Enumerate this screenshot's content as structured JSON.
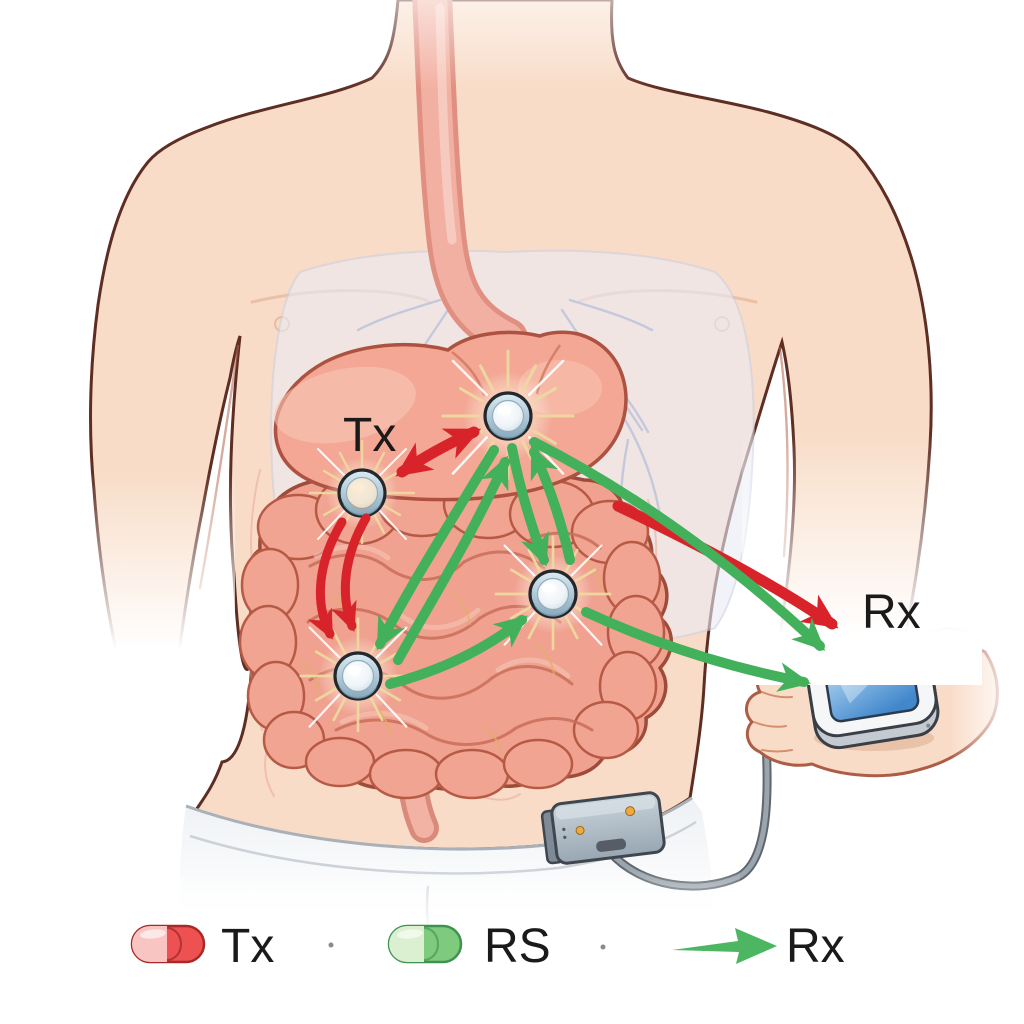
{
  "labels": {
    "tx": "Tx",
    "rx": "Rx"
  },
  "legend": {
    "items": [
      {
        "icon": "tx-red-capsule-icon",
        "label": "Tx",
        "color": "#ee5151"
      },
      {
        "icon": "rs-green-capsule-icon",
        "label": "RS",
        "color": "#7ecb7e"
      },
      {
        "icon": "rx-green-arrow-icon",
        "label": "Rx",
        "color": "#4cb662"
      }
    ]
  },
  "capsule_node_count": 4,
  "nodes": [
    "capsule-stomach",
    "capsule-tx",
    "capsule-right",
    "capsule-lower-left",
    "rx-handheld-receiver",
    "belt-unit"
  ],
  "links": [
    {
      "from": "capsule-tx",
      "to": "capsule-stomach",
      "color": "red",
      "bidirectional": true
    },
    {
      "from": "capsule-tx",
      "to": "capsule-lower-left",
      "color": "red",
      "style": "double-line"
    },
    {
      "from": "capsule-stomach",
      "to": "capsule-lower-left",
      "color": "green",
      "bidirectional": true
    },
    {
      "from": "capsule-stomach",
      "to": "capsule-right",
      "color": "green",
      "bidirectional": true
    },
    {
      "from": "capsule-lower-left",
      "to": "capsule-right",
      "color": "green"
    },
    {
      "from": "capsule-stomach",
      "to": "rx-handheld-receiver",
      "color": "red"
    },
    {
      "from": "capsule-stomach",
      "to": "rx-handheld-receiver",
      "color": "green"
    },
    {
      "from": "capsule-right",
      "to": "rx-handheld-receiver",
      "color": "green"
    }
  ],
  "colors": {
    "arrow_red": "#d8232a",
    "arrow_green": "#43b05c",
    "skin": "#f8dcc7",
    "body_outline": "#5e2d23",
    "lungs": "#ebecf5",
    "vessels": "#b3bddc",
    "esophagus": "#f2b0a2",
    "stomach": "#f3a794",
    "intestine": "#f0a190",
    "intestine_line": "#c96f59",
    "capsule_ring": "#bdd2dd",
    "capsule_pearl": "#f2f7fa",
    "starburst": "#eed9a0",
    "belt_device": "#b0bfca",
    "cable": "#8b949c",
    "receiver_body": "#f4f6f8",
    "receiver_screen": "#5f9fd9",
    "label_text": "#1a1a1a"
  }
}
